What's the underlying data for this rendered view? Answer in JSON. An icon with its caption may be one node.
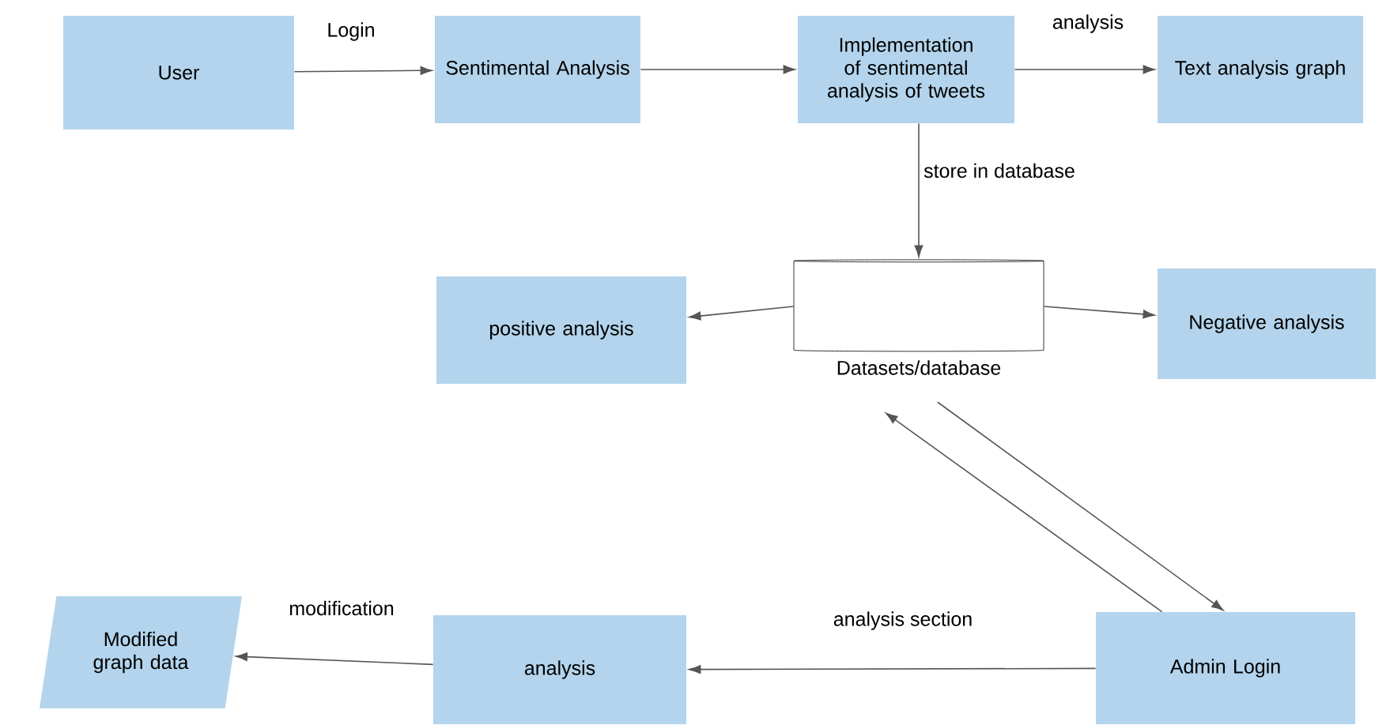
{
  "diagram": {
    "nodes": [
      {
        "text": [
          "User"
        ]
      },
      {
        "text": [
          "Sentimental Analysis"
        ]
      },
      {
        "text": [
          "Implementation of sentimental analysis of tweets"
        ]
      },
      {
        "text": [
          "Text analysis graph"
        ]
      },
      {
        "text": [
          "positive analysis"
        ]
      },
      {
        "text": [],
        "shape": "cylinder",
        "beside": [
          "Datasets/database"
        ]
      },
      {
        "text": [
          "Negative analysis"
        ]
      },
      {
        "text": [
          "Modified graph data"
        ]
      },
      {
        "text": [
          "analysis"
        ]
      },
      {
        "text": [
          "Admin Login"
        ]
      }
    ],
    "edges": [
      {
        "from": 0,
        "to": 1,
        "arrow": "to",
        "label": "Login"
      },
      {
        "from": 1,
        "to": 2,
        "arrow": "to"
      },
      {
        "from": 2,
        "to": 3,
        "arrow": "to",
        "label": "analysis"
      },
      {
        "from": 2,
        "to": 5,
        "arrow": "to",
        "label": "store in database"
      },
      {
        "from": 5,
        "to": 4,
        "arrow": "to"
      },
      {
        "from": 5,
        "to": 6,
        "arrow": "to"
      },
      {
        "from": 9,
        "to": 5,
        "arrow": "to"
      },
      {
        "from": 5,
        "to": 9,
        "arrow": "to"
      },
      {
        "from": 9,
        "to": 8,
        "arrow": "to",
        "label": "analysis section"
      },
      {
        "from": 8,
        "to": 7,
        "arrow": "to",
        "label": "modification"
      }
    ]
  }
}
